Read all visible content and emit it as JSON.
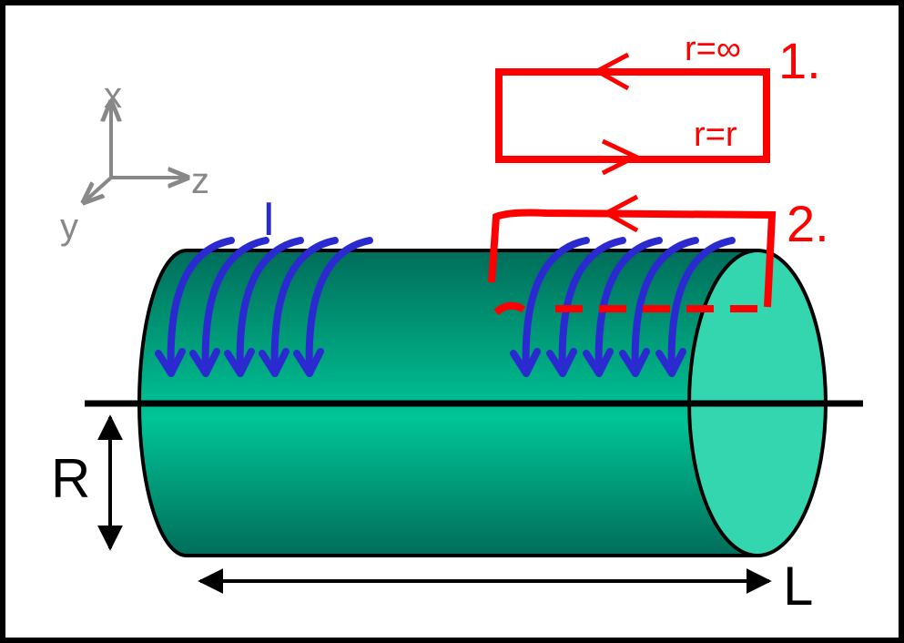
{
  "axes": {
    "x_label": "x",
    "y_label": "y",
    "z_label": "z",
    "color": "#888888"
  },
  "current": {
    "label": "I",
    "color": "#2a2ad0"
  },
  "loop_1": {
    "number": "1.",
    "top_label": "r=∞",
    "bottom_label": "r=r",
    "color": "#ff0000"
  },
  "loop_2": {
    "number": "2.",
    "color": "#ff0000"
  },
  "dimensions": {
    "radius_label": "R",
    "length_label": "L"
  },
  "cylinder": {
    "color_dark": "#006d5a",
    "color_mid": "#00c596",
    "end_cap_color": "#33d6ae"
  }
}
